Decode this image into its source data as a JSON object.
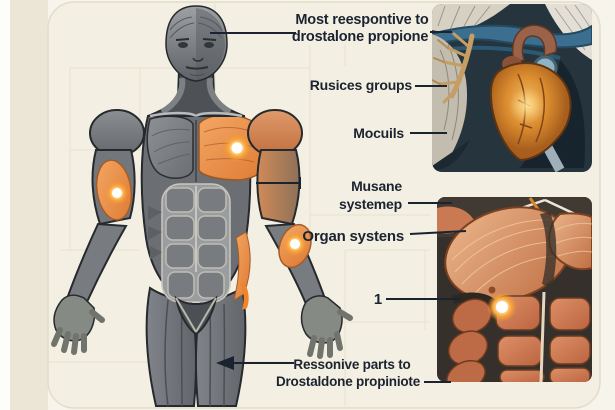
{
  "title": "Anatomical muscle diagram – responsiveness illustration",
  "labels": {
    "top": {
      "line1": "Most reespontive to",
      "line2": "drostalone propione"
    },
    "muscle_groups": "Rusices groups",
    "muscles": "Mocuils",
    "muscular_system": {
      "line1": "Musane",
      "line2": "systemep"
    },
    "organ_systems": "Organ systens",
    "marker_number": "1",
    "bottom": {
      "line1": "Ressonive parts to",
      "line2": "Drostaldone propiniote"
    }
  },
  "markers": {
    "chest": "glow dot on right pectoral",
    "bicep": "glow dot on left bicep",
    "elbow": "glow dot on right elbow",
    "inset_torso": "glow dot on inset pectoral"
  },
  "icons": {
    "highlight_marker": "glow-dot-icon",
    "arrowhead": "arrowhead-icon"
  },
  "colors": {
    "card_background": "#f3efe2",
    "side_strip": "#ece6d7",
    "label_ink": "#1b2330",
    "highlight_orange": "#ef9140",
    "marker_core": "#ffffff",
    "figure_gray": "#73777b",
    "heart_amber": "#cf8434",
    "inset_salmon": "#d8875f",
    "vessel_blue": "#3c6f8f"
  }
}
